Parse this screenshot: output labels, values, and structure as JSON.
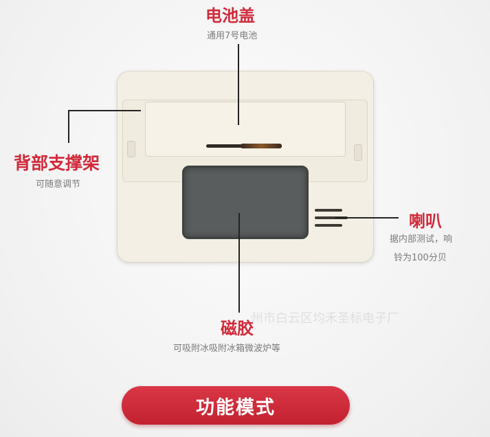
{
  "battery_cover": {
    "title": "电池盖",
    "subtitle": "通用7号电池"
  },
  "back_stand": {
    "title": "背部支撑架",
    "subtitle": "可随意调节"
  },
  "speaker": {
    "title": "喇叭",
    "subtitle_line1": "据内部测试，响",
    "subtitle_line2": "铃为100分贝"
  },
  "magnet": {
    "title": "磁胶",
    "subtitle": "可吸附冰吸附冰箱微波炉等"
  },
  "watermark": "州市白云区均禾圣标电子厂",
  "footer_button": {
    "label": "功能模式"
  },
  "colors": {
    "accent": "#d12a3a",
    "device": "#f3efe4",
    "magnet": "#5a5d5d"
  }
}
